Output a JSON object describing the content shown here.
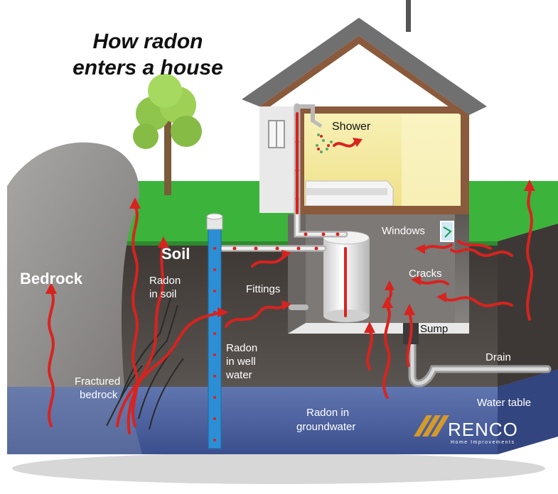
{
  "title": {
    "line1": "How radon",
    "line2": "enters a house"
  },
  "labels": {
    "shower": "Shower",
    "soil": "Soil",
    "bedrock": "Bedrock",
    "radon_in_soil_1": "Radon",
    "radon_in_soil_2": "in soil",
    "fittings": "Fittings",
    "windows": "Windows",
    "cracks": "Cracks",
    "sump": "Sump",
    "drain": "Drain",
    "radon_well_1": "Radon",
    "radon_well_2": "in well",
    "radon_well_3": "water",
    "fractured_1": "Fractured",
    "fractured_2": "bedrock",
    "water_table": "Water table",
    "groundwater_1": "Radon in",
    "groundwater_2": "groundwater"
  },
  "logo": {
    "name": "RENCO",
    "tagline": "Home Improvements"
  },
  "colors": {
    "radon_arrow": "#d8231f",
    "soil": "#4a4440",
    "bedrock": "#8f8c8b",
    "water": "#5a6fa8",
    "grass": "#3cb43c",
    "roof": "#6a6a6a",
    "house_trim": "#8a5a3c",
    "room_light": "#f3eb9a",
    "well_pipe": "#2c8fd6",
    "logo_gold": "#d49a2a",
    "logo_navy": "#1f2e5a"
  }
}
